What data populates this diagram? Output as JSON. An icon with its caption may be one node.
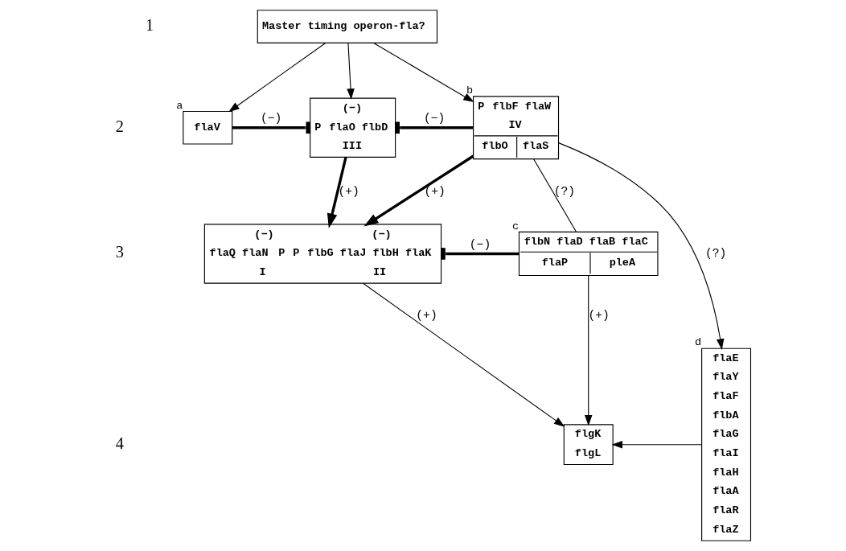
{
  "diagram": {
    "nodes": [
      {
        "text": [
          "Master timing operon-fla?"
        ]
      },
      {
        "text": [
          "flaV"
        ],
        "beside": [
          "a"
        ]
      },
      {
        "text": [
          "(−)",
          "P",
          "flaO flbD",
          "III"
        ]
      },
      {
        "text": [
          "P",
          "flbF flaW",
          "IV",
          "flbO",
          "flaS"
        ],
        "beside": [
          "b"
        ]
      },
      {
        "text": [
          "(−)",
          "(−)",
          "flaQ flaN",
          "P",
          "P",
          "flbG flaJ flbH flaK",
          "I",
          "II"
        ]
      },
      {
        "text": [
          "flbN flaD flaB flaC",
          "flaP",
          "pleA"
        ],
        "beside": [
          "c"
        ]
      },
      {
        "text": [
          "flaE",
          "flaY",
          "flaF",
          "flbA",
          "flaG",
          "flaI",
          "flaH",
          "flaA",
          "flaR",
          "flaZ"
        ],
        "beside": [
          "d"
        ]
      },
      {
        "text": [
          "flgK",
          "flgL"
        ]
      }
    ],
    "edges": [
      {
        "from": 0,
        "to": 1,
        "arrow": "to"
      },
      {
        "from": 0,
        "to": 2,
        "arrow": "to"
      },
      {
        "from": 0,
        "to": 3,
        "arrow": "to"
      },
      {
        "from": 1,
        "to": 2,
        "arrow": "other",
        "label": "(−)",
        "style": "thick"
      },
      {
        "from": 3,
        "to": 2,
        "arrow": "other",
        "label": "(−)",
        "style": "thick"
      },
      {
        "from": 2,
        "to": 4,
        "arrow": "to",
        "label": "(+)",
        "style": "thick"
      },
      {
        "from": 3,
        "to": 4,
        "arrow": "to",
        "label": "(+)",
        "style": "thick"
      },
      {
        "from": 3,
        "to": 5,
        "arrow": "none",
        "label": "(?)"
      },
      {
        "from": 3,
        "to": 6,
        "arrow": "to",
        "label": "(?)"
      },
      {
        "from": 5,
        "to": 4,
        "arrow": "other",
        "label": "(−)",
        "style": "thick"
      },
      {
        "from": 4,
        "to": 7,
        "arrow": "to",
        "label": "(+)"
      },
      {
        "from": 5,
        "to": 7,
        "arrow": "to",
        "label": "(+)"
      },
      {
        "from": 6,
        "to": 7,
        "arrow": "to"
      }
    ],
    "labels": [
      "1",
      "2",
      "3",
      "4"
    ]
  }
}
